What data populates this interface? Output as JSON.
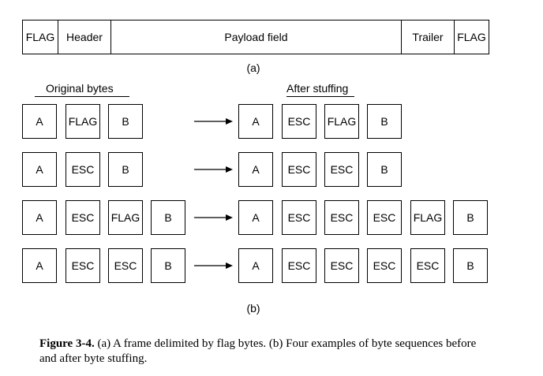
{
  "frame": {
    "cells": [
      {
        "label": "FLAG"
      },
      {
        "label": "Header"
      },
      {
        "label": "Payload field"
      },
      {
        "label": "Trailer"
      },
      {
        "label": "FLAG"
      }
    ],
    "part_label": "(a)"
  },
  "stuffing": {
    "original_heading": "Original bytes",
    "after_heading": "After stuffing",
    "part_label": "(b)",
    "rows": [
      {
        "original": [
          "A",
          "FLAG",
          "B"
        ],
        "after": [
          "A",
          "ESC",
          "FLAG",
          "B"
        ]
      },
      {
        "original": [
          "A",
          "ESC",
          "B"
        ],
        "after": [
          "A",
          "ESC",
          "ESC",
          "B"
        ]
      },
      {
        "original": [
          "A",
          "ESC",
          "FLAG",
          "B"
        ],
        "after": [
          "A",
          "ESC",
          "ESC",
          "ESC",
          "FLAG",
          "B"
        ]
      },
      {
        "original": [
          "A",
          "ESC",
          "ESC",
          "B"
        ],
        "after": [
          "A",
          "ESC",
          "ESC",
          "ESC",
          "ESC",
          "B"
        ]
      }
    ]
  },
  "caption": {
    "figure_label": "Figure 3-4.",
    "text": "(a) A frame delimited by flag bytes.  (b) Four examples of byte sequences before and after byte stuffing."
  }
}
